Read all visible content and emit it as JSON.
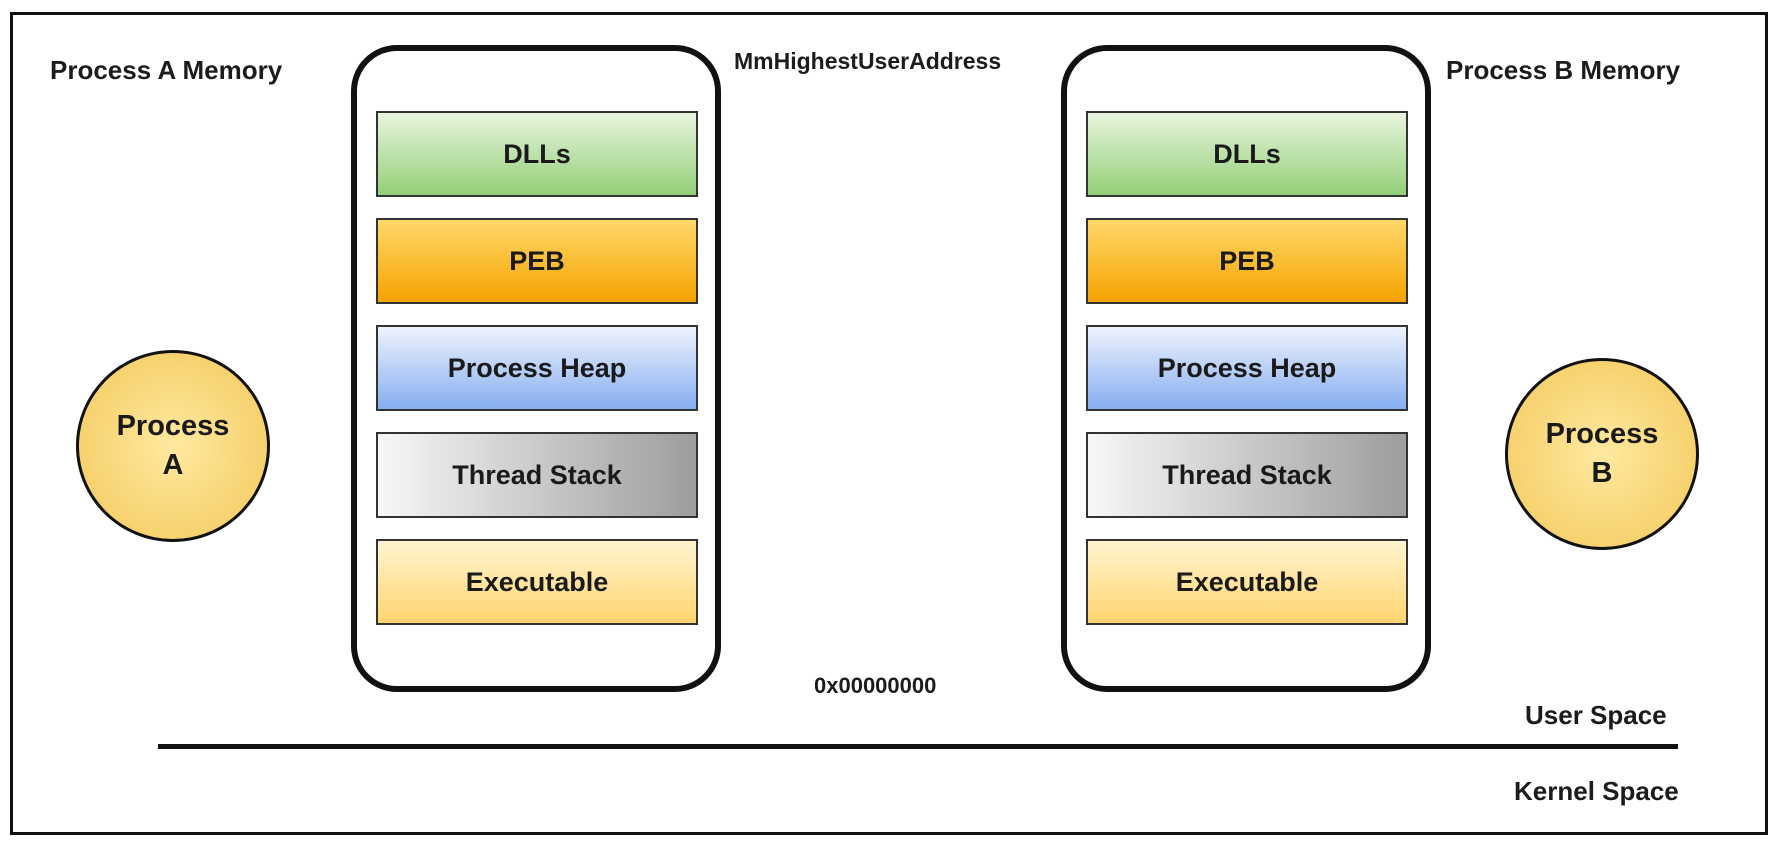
{
  "process_a": {
    "memory_title": "Process A Memory",
    "circle_line1": "Process",
    "circle_line2": "A",
    "regions": [
      "DLLs",
      "PEB",
      "Process Heap",
      "Thread Stack",
      "Executable"
    ]
  },
  "process_b": {
    "memory_title": "Process B Memory",
    "circle_line1": "Process",
    "circle_line2": "B",
    "regions": [
      "DLLs",
      "PEB",
      "Process Heap",
      "Thread Stack",
      "Executable"
    ]
  },
  "addresses": {
    "high": "MmHighestUserAddress",
    "low": "0x00000000"
  },
  "spaces": {
    "user": "User Space",
    "kernel": "Kernel Space"
  },
  "colors": {
    "dll": "#93cf77",
    "peb": "#f5a300",
    "heap": "#85aef0",
    "stack": "#9d9d9d",
    "executable": "#ffd56f",
    "process_circle": "#f3c85a"
  }
}
